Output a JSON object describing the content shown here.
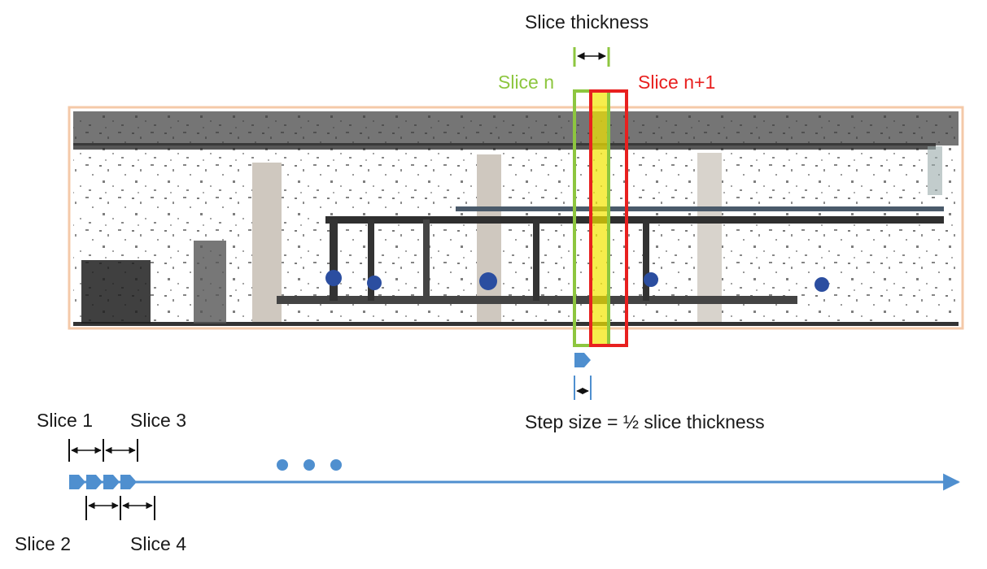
{
  "labels": {
    "slice_thickness": "Slice thickness",
    "slice_n": "Slice n",
    "slice_n1_prefix": "Slice ",
    "slice_n1_suffix": "n+1",
    "step_size": "Step size = ½ slice thickness",
    "slice_1": "Slice 1",
    "slice_2": "Slice 2",
    "slice_3": "Slice 3",
    "slice_4": "Slice 4"
  },
  "image": {
    "description_icon": "point-cloud-scan-image"
  },
  "colors": {
    "green": "#8dc63f",
    "red": "#e8201f",
    "overlap": "#f2e600",
    "arrow_blue": "#4f8fcf",
    "frame": "#f4c9a8"
  }
}
